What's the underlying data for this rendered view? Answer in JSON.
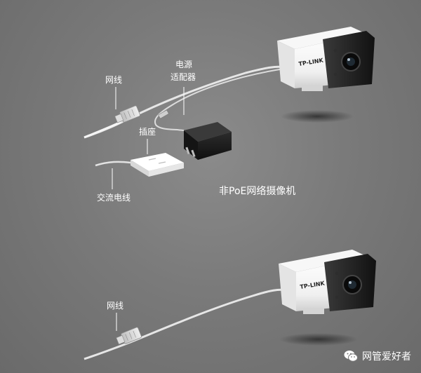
{
  "top_diagram": {
    "label_network_cable": "网线",
    "label_power_adapter_line1": "电源",
    "label_power_adapter_line2": "适配器",
    "label_socket": "插座",
    "label_ac_cable": "交流电线",
    "caption": "非PoE网络摄像机",
    "camera_brand": "TP-LINK"
  },
  "bottom_diagram": {
    "label_network_cable": "网线",
    "camera_brand": "TP-LINK"
  },
  "watermark": {
    "text": "网管爱好者"
  }
}
